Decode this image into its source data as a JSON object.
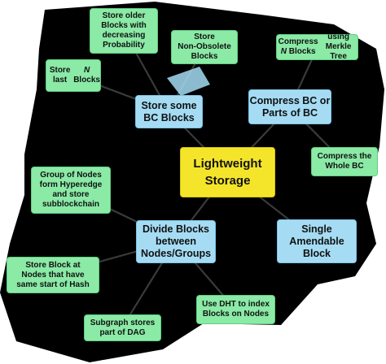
{
  "colors": {
    "background": "#000000",
    "center_fill": "#f5e52a",
    "branch_fill": "#a5dcf4",
    "leaf_fill": "#8aeaa6",
    "link": "#3a3a3a"
  },
  "center": {
    "label": "Lightweight\nStorage"
  },
  "branches": {
    "store_some": {
      "label": "Store some\nBC Blocks"
    },
    "compress": {
      "label": "Compress BC or\nParts of BC"
    },
    "divide": {
      "label": "Divide Blocks\nbetween\nNodes/Groups"
    },
    "single": {
      "label": "Single\nAmendable\nBlock"
    }
  },
  "leaves": {
    "store_older": {
      "label": "Store older\nBlocks with\ndecreasing\nProbability"
    },
    "store_non_obsolete": {
      "label": "Store\nNon-Obsolete\nBlocks"
    },
    "store_last_prefix": "Store last",
    "store_last_n": "N",
    "store_last_suffix": " Blocks",
    "compress_n_prefix": "Compress ",
    "compress_n_n": "N",
    "compress_n_mid": " Blocks",
    "compress_n_suffix": "using Merkle Tree",
    "compress_whole": {
      "label": "Compress the\nWhole BC"
    },
    "group_hyperedge": {
      "label": "Group of Nodes\nform Hyperedge\nand store\nsubblockchain"
    },
    "store_hash": {
      "label": "Store Block at\nNodes that have\nsame start of Hash"
    },
    "subgraph_dag": {
      "label": "Subgraph stores\npart of DAG"
    },
    "use_dht": {
      "label": "Use DHT to index\nBlocks on Nodes"
    }
  }
}
